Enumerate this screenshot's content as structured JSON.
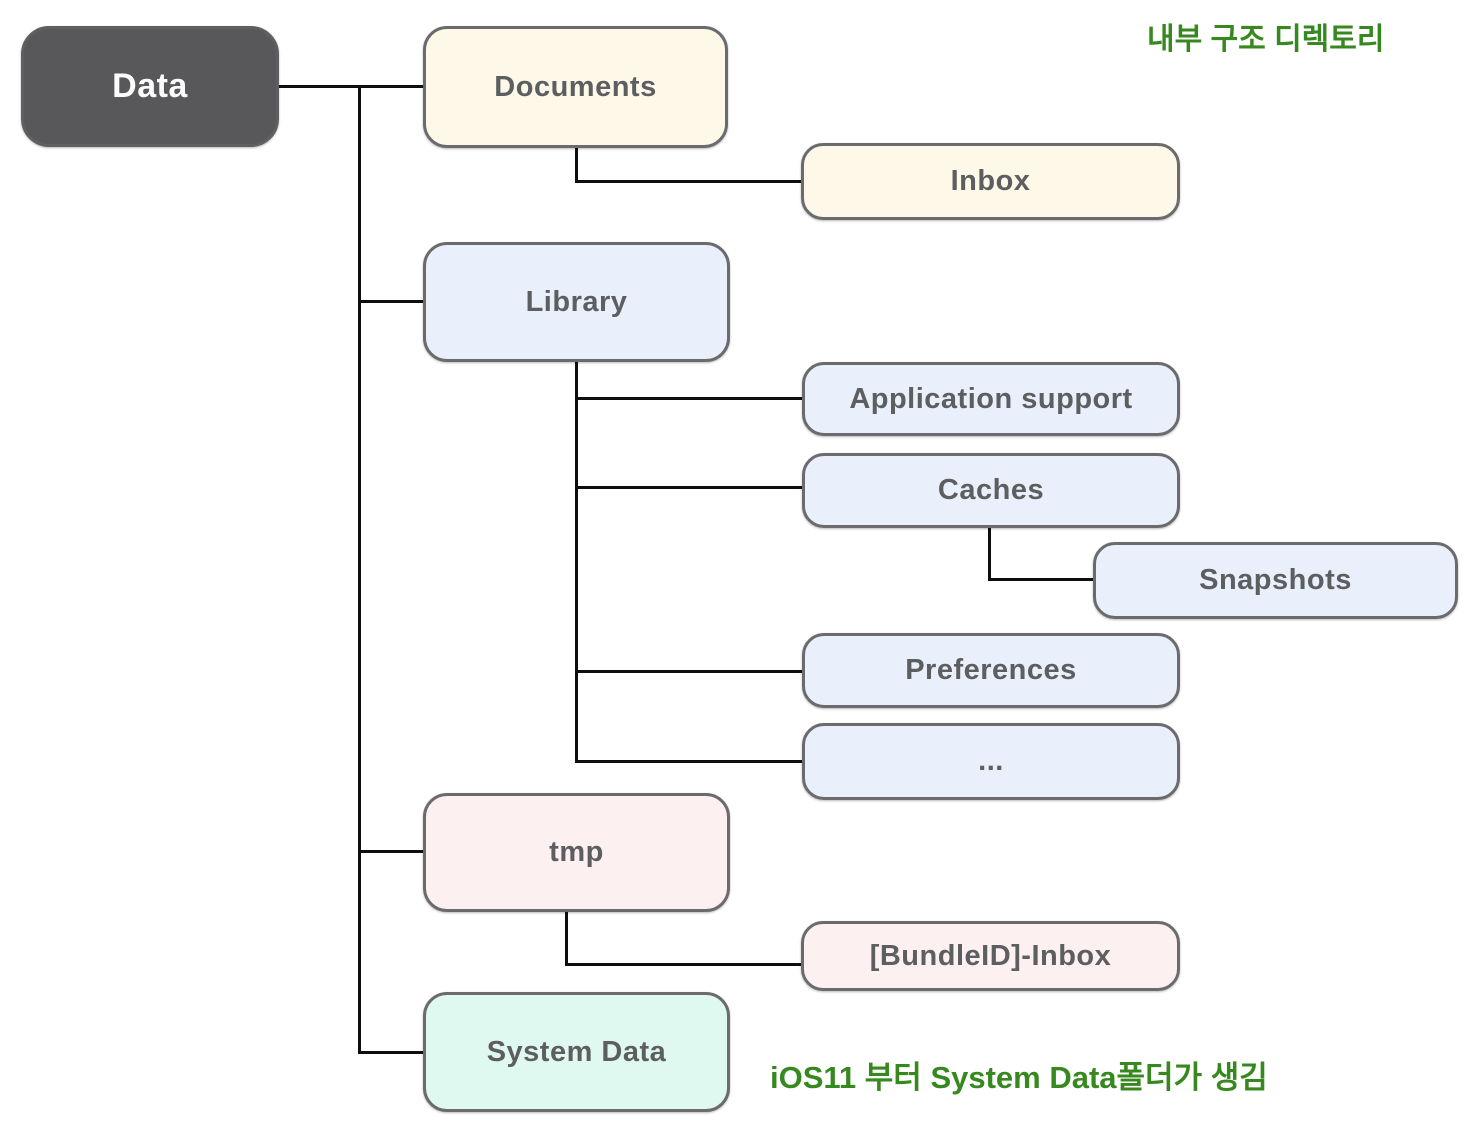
{
  "title": "iOS Data directory internal structure diagram",
  "annotations": {
    "top_right": "내부 구조 디렉토리",
    "bottom": "iOS11 부터 System Data폴더가 생김"
  },
  "tree": {
    "root": {
      "label": "Data"
    },
    "children": [
      {
        "label": "Documents",
        "children": [
          {
            "label": "Inbox"
          }
        ]
      },
      {
        "label": "Library",
        "children": [
          {
            "label": "Application support"
          },
          {
            "label": "Caches",
            "children": [
              {
                "label": "Snapshots"
              }
            ]
          },
          {
            "label": "Preferences"
          },
          {
            "label": "..."
          }
        ]
      },
      {
        "label": "tmp",
        "children": [
          {
            "label": "[BundleID]-Inbox"
          }
        ]
      },
      {
        "label": "System Data"
      }
    ]
  },
  "colors": {
    "bg": "#ffffff",
    "dark": "#58585a",
    "cream": "#fdf8e8",
    "blue": "#e9f0fb",
    "pink": "#fdf0f1",
    "mint": "#dff8f0",
    "border": "#6b6b6d",
    "label": "#5d5e60",
    "line": "#0e0e0e",
    "green": "#37891f"
  }
}
